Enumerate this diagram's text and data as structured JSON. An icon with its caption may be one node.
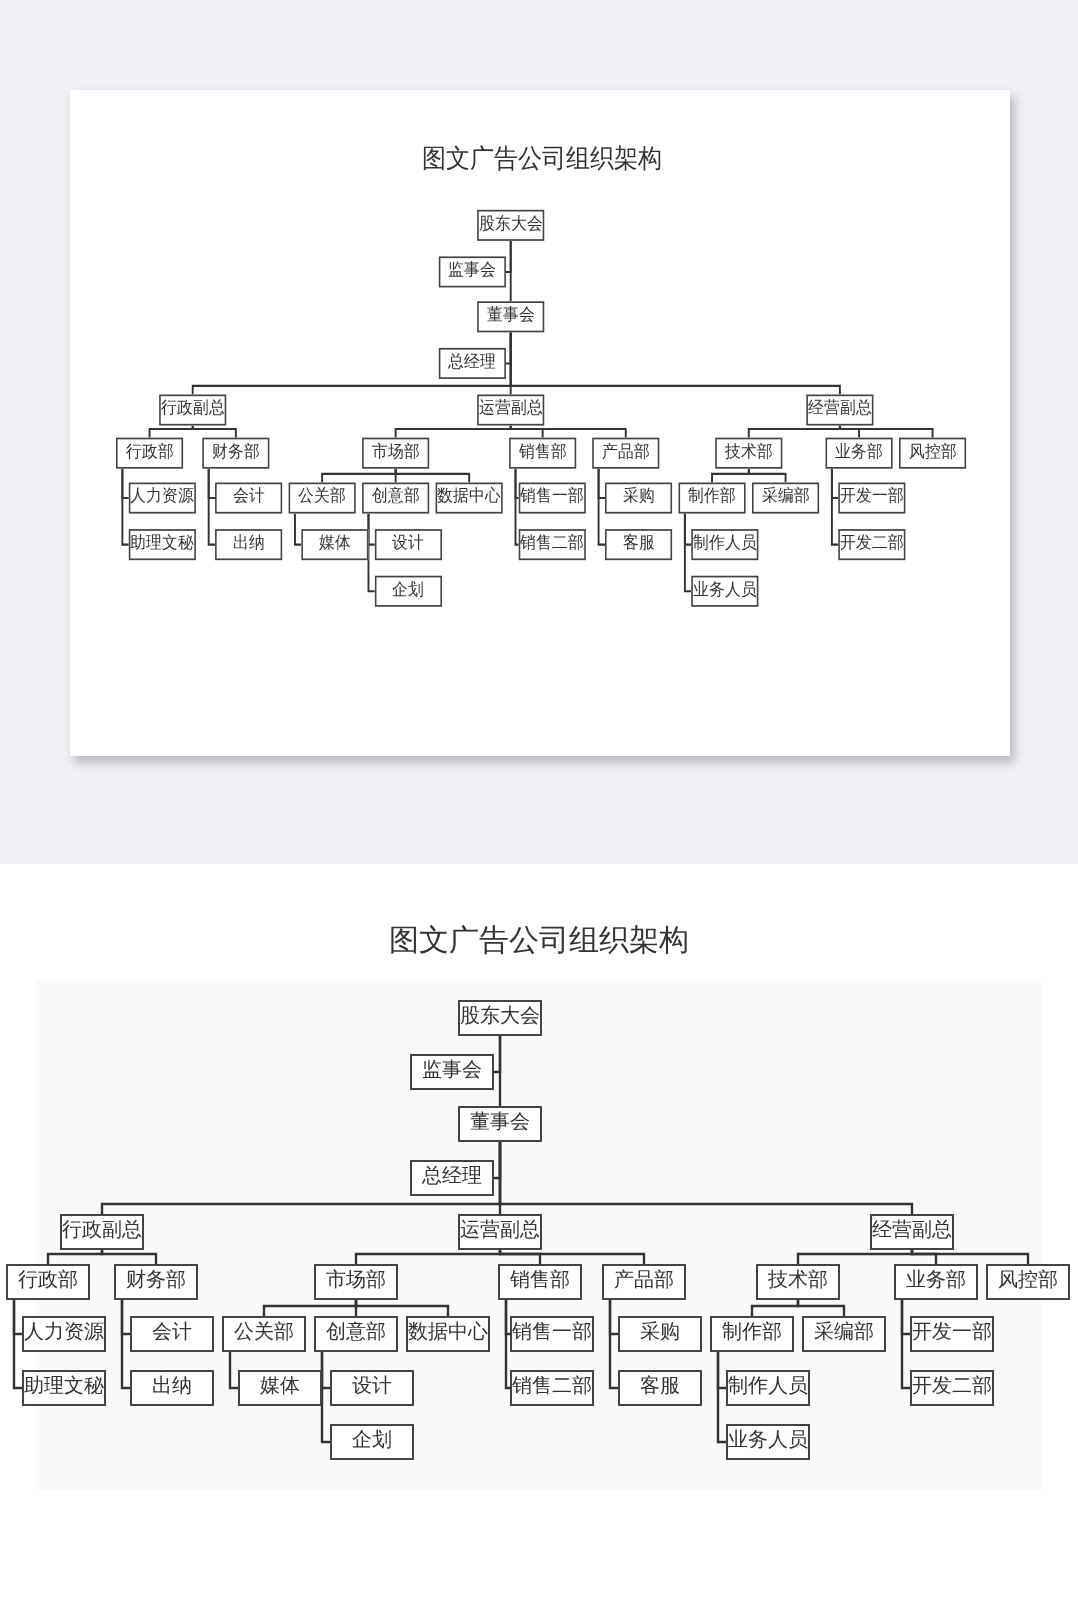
{
  "diagram": {
    "title": "图文广告公司组织架构",
    "nodes": [
      {
        "text": [
          "股东大会"
        ]
      },
      {
        "text": [
          "监事会"
        ]
      },
      {
        "text": [
          "董事会"
        ]
      },
      {
        "text": [
          "总经理"
        ]
      },
      {
        "text": [
          "行政副总"
        ]
      },
      {
        "text": [
          "运营副总"
        ]
      },
      {
        "text": [
          "经营副总"
        ]
      },
      {
        "text": [
          "行政部"
        ]
      },
      {
        "text": [
          "财务部"
        ]
      },
      {
        "text": [
          "人力资源"
        ]
      },
      {
        "text": [
          "助理文秘"
        ]
      },
      {
        "text": [
          "会计"
        ]
      },
      {
        "text": [
          "出纳"
        ]
      },
      {
        "text": [
          "市场部"
        ]
      },
      {
        "text": [
          "销售部"
        ]
      },
      {
        "text": [
          "产品部"
        ]
      },
      {
        "text": [
          "公关部"
        ]
      },
      {
        "text": [
          "创意部"
        ]
      },
      {
        "text": [
          "数据中心"
        ]
      },
      {
        "text": [
          "媒体"
        ]
      },
      {
        "text": [
          "设计"
        ]
      },
      {
        "text": [
          "企划"
        ]
      },
      {
        "text": [
          "销售一部"
        ]
      },
      {
        "text": [
          "销售二部"
        ]
      },
      {
        "text": [
          "采购"
        ]
      },
      {
        "text": [
          "客服"
        ]
      },
      {
        "text": [
          "技术部"
        ]
      },
      {
        "text": [
          "业务部"
        ]
      },
      {
        "text": [
          "风控部"
        ]
      },
      {
        "text": [
          "制作部"
        ]
      },
      {
        "text": [
          "采编部"
        ]
      },
      {
        "text": [
          "制作人员"
        ]
      },
      {
        "text": [
          "业务人员"
        ]
      },
      {
        "text": [
          "开发一部"
        ]
      },
      {
        "text": [
          "开发二部"
        ]
      },
      {
        "text": [
          "股东大会"
        ]
      },
      {
        "text": [
          "监事会"
        ]
      },
      {
        "text": [
          "董事会"
        ]
      },
      {
        "text": [
          "总经理"
        ]
      },
      {
        "text": [
          "行政副总"
        ]
      },
      {
        "text": [
          "运营副总"
        ]
      },
      {
        "text": [
          "经营副总"
        ]
      },
      {
        "text": [
          "行政部"
        ]
      },
      {
        "text": [
          "财务部"
        ]
      },
      {
        "text": [
          "人力资源"
        ]
      },
      {
        "text": [
          "助理文秘"
        ]
      },
      {
        "text": [
          "会计"
        ]
      },
      {
        "text": [
          "出纳"
        ]
      },
      {
        "text": [
          "市场部"
        ]
      },
      {
        "text": [
          "销售部"
        ]
      },
      {
        "text": [
          "产品部"
        ]
      },
      {
        "text": [
          "公关部"
        ]
      },
      {
        "text": [
          "创意部"
        ]
      },
      {
        "text": [
          "数据中心"
        ]
      },
      {
        "text": [
          "媒体"
        ]
      },
      {
        "text": [
          "设计"
        ]
      },
      {
        "text": [
          "企划"
        ]
      },
      {
        "text": [
          "销售一部"
        ]
      },
      {
        "text": [
          "销售二部"
        ]
      },
      {
        "text": [
          "采购"
        ]
      },
      {
        "text": [
          "客服"
        ]
      },
      {
        "text": [
          "技术部"
        ]
      },
      {
        "text": [
          "业务部"
        ]
      },
      {
        "text": [
          "风控部"
        ]
      },
      {
        "text": [
          "制作部"
        ]
      },
      {
        "text": [
          "采编部"
        ]
      },
      {
        "text": [
          "制作人员"
        ]
      },
      {
        "text": [
          "业务人员"
        ]
      },
      {
        "text": [
          "开发一部"
        ]
      },
      {
        "text": [
          "开发二部"
        ]
      }
    ],
    "edges": [
      {
        "from": 0,
        "to": 1,
        "arrow": "none"
      },
      {
        "from": 0,
        "to": 2,
        "arrow": "none"
      },
      {
        "from": 2,
        "to": 3,
        "arrow": "none"
      },
      {
        "from": 2,
        "to": 4,
        "arrow": "none"
      },
      {
        "from": 2,
        "to": 5,
        "arrow": "none"
      },
      {
        "from": 2,
        "to": 6,
        "arrow": "none"
      },
      {
        "from": 4,
        "to": 7,
        "arrow": "none"
      },
      {
        "from": 4,
        "to": 8,
        "arrow": "none"
      },
      {
        "from": 7,
        "to": 9,
        "arrow": "none"
      },
      {
        "from": 7,
        "to": 10,
        "arrow": "none"
      },
      {
        "from": 8,
        "to": 11,
        "arrow": "none"
      },
      {
        "from": 8,
        "to": 12,
        "arrow": "none"
      },
      {
        "from": 5,
        "to": 13,
        "arrow": "none"
      },
      {
        "from": 5,
        "to": 14,
        "arrow": "none"
      },
      {
        "from": 5,
        "to": 15,
        "arrow": "none"
      },
      {
        "from": 13,
        "to": 16,
        "arrow": "none"
      },
      {
        "from": 13,
        "to": 17,
        "arrow": "none"
      },
      {
        "from": 13,
        "to": 18,
        "arrow": "none"
      },
      {
        "from": 16,
        "to": 19,
        "arrow": "none"
      },
      {
        "from": 17,
        "to": 20,
        "arrow": "none"
      },
      {
        "from": 17,
        "to": 21,
        "arrow": "none"
      },
      {
        "from": 14,
        "to": 22,
        "arrow": "none"
      },
      {
        "from": 14,
        "to": 23,
        "arrow": "none"
      },
      {
        "from": 15,
        "to": 24,
        "arrow": "none"
      },
      {
        "from": 15,
        "to": 25,
        "arrow": "none"
      },
      {
        "from": 6,
        "to": 26,
        "arrow": "none"
      },
      {
        "from": 6,
        "to": 27,
        "arrow": "none"
      },
      {
        "from": 6,
        "to": 28,
        "arrow": "none"
      },
      {
        "from": 26,
        "to": 29,
        "arrow": "none"
      },
      {
        "from": 26,
        "to": 30,
        "arrow": "none"
      },
      {
        "from": 29,
        "to": 31,
        "arrow": "none"
      },
      {
        "from": 29,
        "to": 32,
        "arrow": "none"
      },
      {
        "from": 27,
        "to": 33,
        "arrow": "none"
      },
      {
        "from": 27,
        "to": 34,
        "arrow": "none"
      },
      {
        "from": 35,
        "to": 36,
        "arrow": "none"
      },
      {
        "from": 35,
        "to": 37,
        "arrow": "none"
      },
      {
        "from": 37,
        "to": 38,
        "arrow": "none"
      },
      {
        "from": 37,
        "to": 39,
        "arrow": "none"
      },
      {
        "from": 37,
        "to": 40,
        "arrow": "none"
      },
      {
        "from": 37,
        "to": 41,
        "arrow": "none"
      },
      {
        "from": 39,
        "to": 42,
        "arrow": "none"
      },
      {
        "from": 39,
        "to": 43,
        "arrow": "none"
      },
      {
        "from": 42,
        "to": 44,
        "arrow": "none"
      },
      {
        "from": 42,
        "to": 45,
        "arrow": "none"
      },
      {
        "from": 43,
        "to": 46,
        "arrow": "none"
      },
      {
        "from": 43,
        "to": 47,
        "arrow": "none"
      },
      {
        "from": 40,
        "to": 48,
        "arrow": "none"
      },
      {
        "from": 40,
        "to": 49,
        "arrow": "none"
      },
      {
        "from": 40,
        "to": 50,
        "arrow": "none"
      },
      {
        "from": 48,
        "to": 51,
        "arrow": "none"
      },
      {
        "from": 48,
        "to": 52,
        "arrow": "none"
      },
      {
        "from": 48,
        "to": 53,
        "arrow": "none"
      },
      {
        "from": 51,
        "to": 54,
        "arrow": "none"
      },
      {
        "from": 52,
        "to": 55,
        "arrow": "none"
      },
      {
        "from": 52,
        "to": 56,
        "arrow": "none"
      },
      {
        "from": 49,
        "to": 57,
        "arrow": "none"
      },
      {
        "from": 49,
        "to": 58,
        "arrow": "none"
      },
      {
        "from": 50,
        "to": 59,
        "arrow": "none"
      },
      {
        "from": 50,
        "to": 60,
        "arrow": "none"
      },
      {
        "from": 41,
        "to": 61,
        "arrow": "none"
      },
      {
        "from": 41,
        "to": 62,
        "arrow": "none"
      },
      {
        "from": 41,
        "to": 63,
        "arrow": "none"
      },
      {
        "from": 61,
        "to": 64,
        "arrow": "none"
      },
      {
        "from": 61,
        "to": 65,
        "arrow": "none"
      },
      {
        "from": 64,
        "to": 66,
        "arrow": "none"
      },
      {
        "from": 64,
        "to": 67,
        "arrow": "none"
      },
      {
        "from": 62,
        "to": 68,
        "arrow": "none"
      },
      {
        "from": 62,
        "to": 69,
        "arrow": "none"
      }
    ],
    "labels": [
      "图文广告公司组织架构"
    ]
  }
}
